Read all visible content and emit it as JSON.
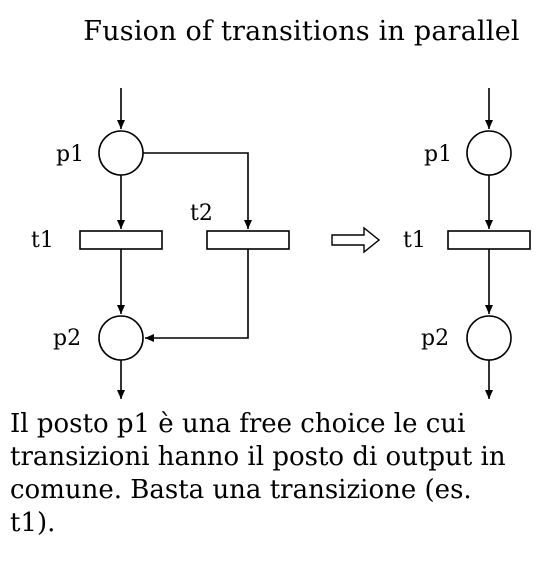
{
  "title": "Fusion of transitions in parallel",
  "left_net": {
    "places": {
      "p1": "p1",
      "p2": "p2"
    },
    "transitions": {
      "t1": "t1",
      "t2": "t2"
    }
  },
  "right_net": {
    "places": {
      "p1": "p1",
      "p2": "p2"
    },
    "transitions": {
      "t1": "t1"
    }
  },
  "caption": "Il posto p1 è una free choice le cui\ntransizioni hanno il posto di output in\ncomune. Basta una transizione (es.\nt1)."
}
